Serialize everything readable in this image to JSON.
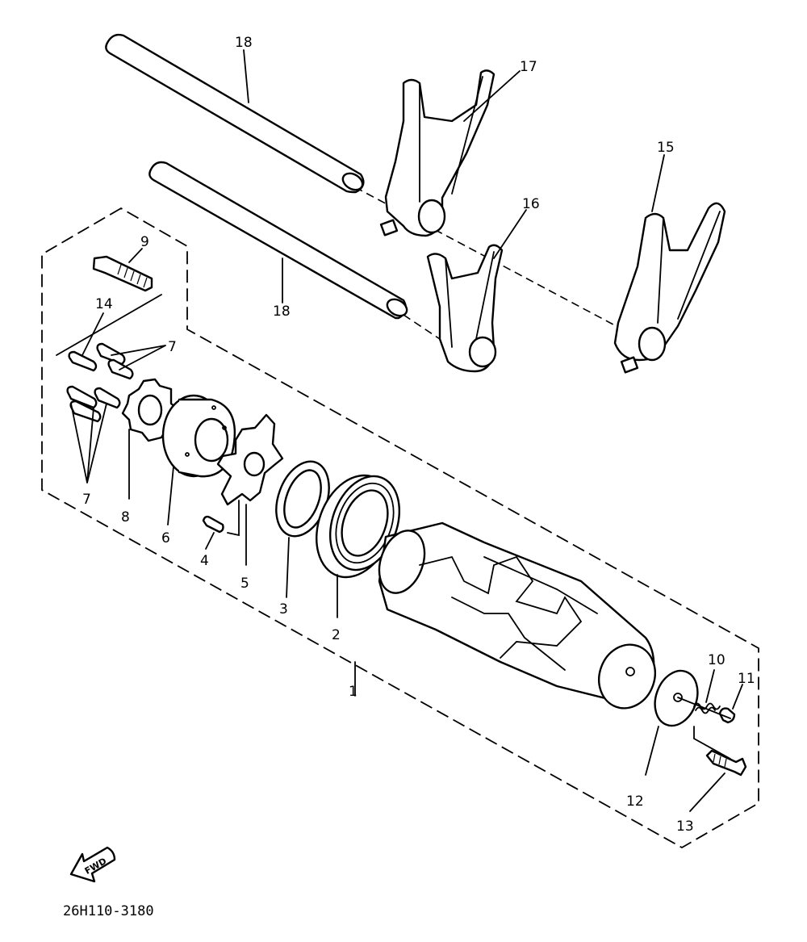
{
  "diagram": {
    "drawing_number": "26H110-3180",
    "direction_label": "FWD",
    "callouts": {
      "c1": "1",
      "c2": "2",
      "c3": "3",
      "c4": "4",
      "c5": "5",
      "c6": "6",
      "c7a": "7",
      "c7b": "7",
      "c8": "8",
      "c9": "9",
      "c10": "10",
      "c11": "11",
      "c12": "12",
      "c13": "13",
      "c14": "14",
      "c15": "15",
      "c16": "16",
      "c17": "17",
      "c18a": "18",
      "c18b": "18"
    },
    "colors": {
      "ink": "#000000",
      "paper": "#ffffff"
    }
  }
}
